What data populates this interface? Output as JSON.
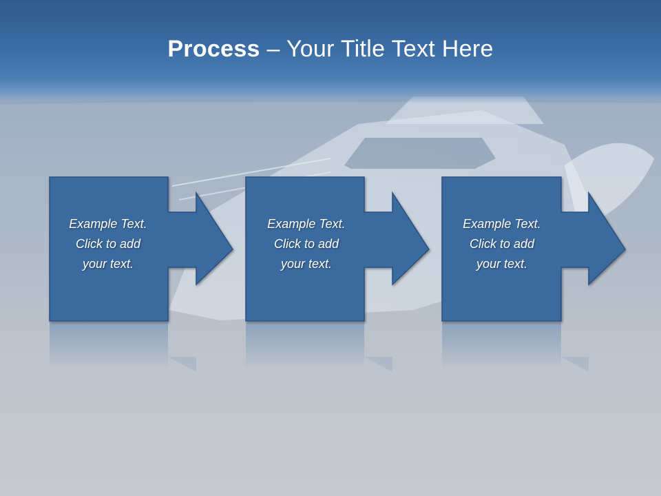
{
  "title": {
    "bold": "Process",
    "rest": " – Your Title Text Here"
  },
  "steps": [
    {
      "lines": [
        "Example Text.",
        "Click  to add",
        "your text."
      ]
    },
    {
      "lines": [
        "Example Text.",
        "Click  to add",
        "your text."
      ]
    },
    {
      "lines": [
        "Example Text.",
        "Click  to add",
        "your text."
      ]
    }
  ],
  "colors": {
    "shape_fill": "#3a6a9f",
    "shape_stroke": "#2a507e",
    "title_band": "#3a6ca3"
  }
}
